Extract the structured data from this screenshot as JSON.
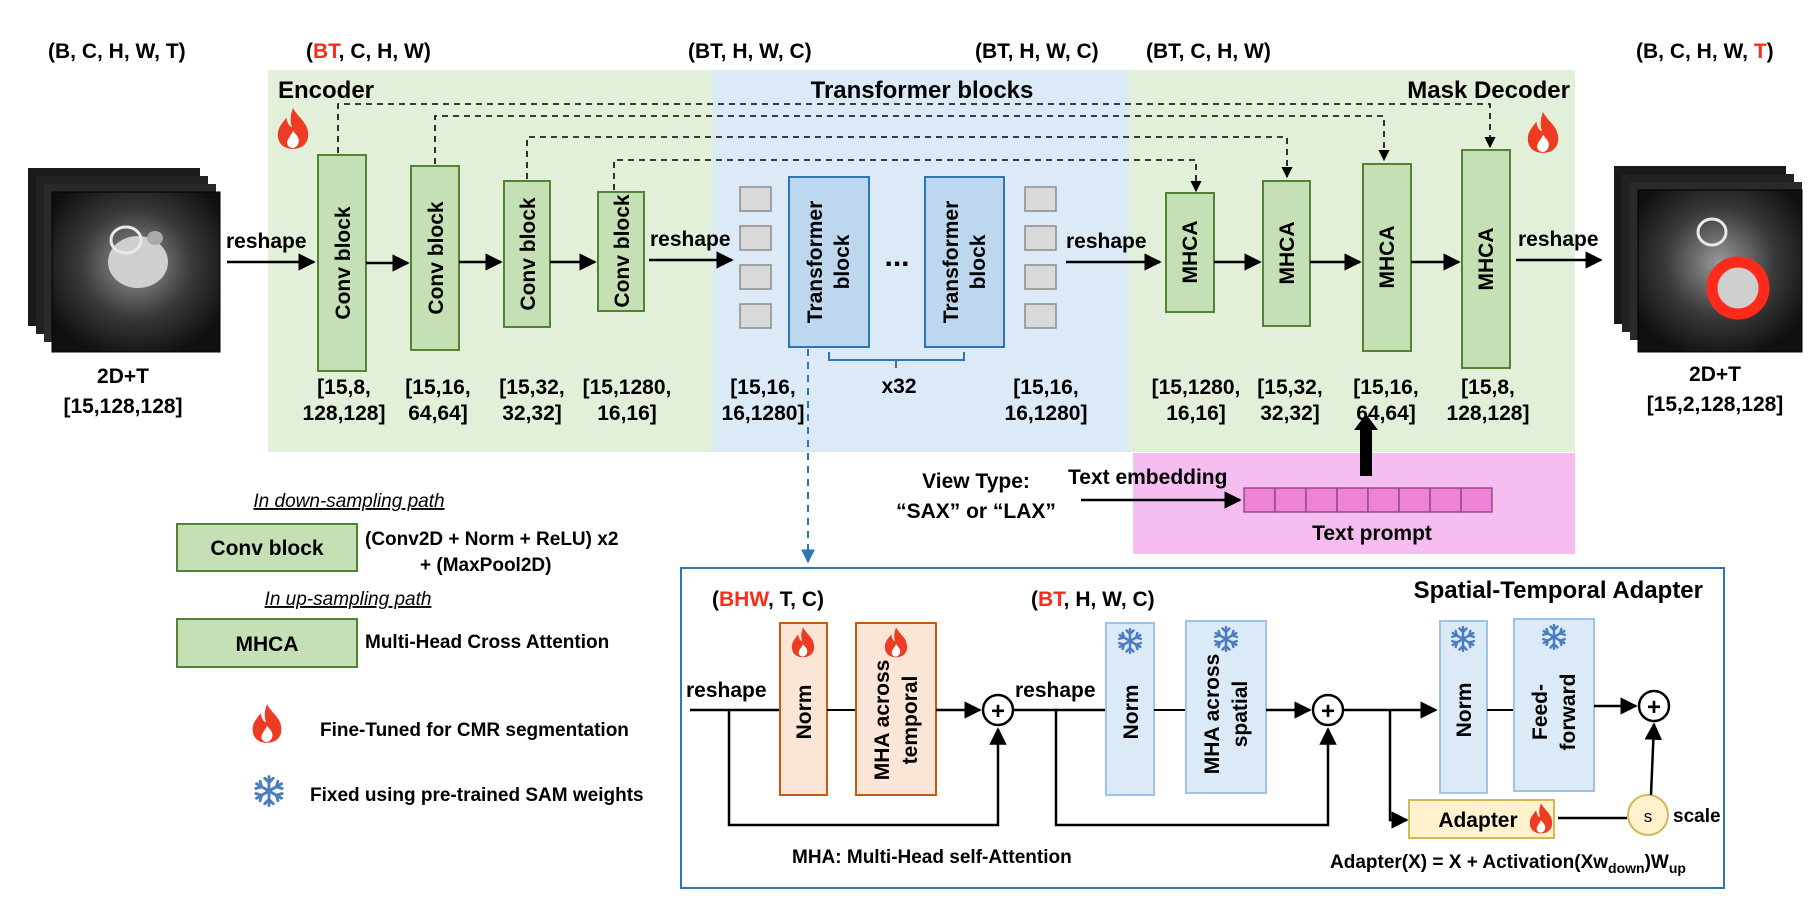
{
  "shapes_top": {
    "in": "(B, C, H, W, T)",
    "enc_prefix": "BT",
    "enc_rest": ", C, H, W)",
    "tf_in": "(BT, H, W, C)",
    "tf_out": "(BT, H, W, C)",
    "dec_in": "(BT, C, H, W)",
    "out_prefix": "(B, C, H, W, ",
    "out_red": "T",
    "out_suffix": ")"
  },
  "regions": {
    "encoder": "Encoder",
    "transformer": "Transformer blocks",
    "decoder": "Mask Decoder",
    "text_prompt": "Text prompt",
    "adapter_title": "Spatial-Temporal Adapter"
  },
  "input": {
    "line1": "2D+T",
    "line2": "[15,128,128]"
  },
  "output": {
    "line1": "2D+T",
    "line2": "[15,2,128,128]"
  },
  "arrows": {
    "reshape": "reshape"
  },
  "conv_blocks": [
    {
      "label": "Conv block",
      "dim1": "[15,8,",
      "dim2": "128,128]"
    },
    {
      "label": "Conv block",
      "dim1": "[15,16,",
      "dim2": "64,64]"
    },
    {
      "label": "Conv block",
      "dim1": "[15,32,",
      "dim2": "32,32]"
    },
    {
      "label": "Conv block",
      "dim1": "[15,1280,",
      "dim2": "16,16]"
    }
  ],
  "transformer": {
    "block_line1": "Transformer",
    "block_line2": "block",
    "dots": "...",
    "repeat": "x32",
    "dim_in1": "[15,16,",
    "dim_in2": "16,1280]",
    "dim_out1": "[15,16,",
    "dim_out2": "16,1280]"
  },
  "mhca_blocks": [
    {
      "label": "MHCA",
      "dim1": "[15,1280,",
      "dim2": "16,16]"
    },
    {
      "label": "MHCA",
      "dim1": "[15,32,",
      "dim2": "32,32]"
    },
    {
      "label": "MHCA",
      "dim1": "[15,16,",
      "dim2": "64,64]"
    },
    {
      "label": "MHCA",
      "dim1": "[15,8,",
      "dim2": "128,128]"
    }
  ],
  "view_type": {
    "line1": "View Type:",
    "line2": "“SAX” or “LAX”",
    "embedding": "Text embedding"
  },
  "legend": {
    "down_title": "In down-sampling path",
    "conv_label": "Conv block",
    "conv_desc1": "(Conv2D + Norm + ReLU) x2",
    "conv_desc2": "+ (MaxPool2D)",
    "up_title": "In up-sampling path",
    "mhca_label": "MHCA",
    "mhca_desc": "Multi-Head Cross Attention",
    "fire_desc": "Fine-Tuned for CMR segmentation",
    "snow_desc": "Fixed using pre-trained SAM weights"
  },
  "adapter": {
    "shape1_red": "BHW",
    "shape1_rest": ", T, C)",
    "shape2_red": "BT",
    "shape2_rest": ", H, W, C)",
    "norm": "Norm",
    "mha_temporal1": "MHA across",
    "mha_temporal2": "temporal",
    "mha_spatial1": "MHA across",
    "mha_spatial2": "spatial",
    "ff1": "Feed-",
    "ff2": "forward",
    "adapter_box": "Adapter",
    "scale_symbol": "s",
    "scale_label": "scale",
    "plus": "+",
    "mha_note": "MHA: Multi-Head self-Attention",
    "formula_pre": "Adapter(X) = X + Activation(Xw",
    "formula_sub1": "down",
    "formula_mid": ")W",
    "formula_sub2": "up"
  },
  "colors": {
    "encoder_bg": "#e2efd9",
    "transformer_bg": "#dce9f6",
    "prompt_bg": "#f6bdf0",
    "green_block": "#c5e0b4",
    "green_border": "#548235",
    "blue_block": "#bdd7ee",
    "blue_border": "#2e75b6",
    "orange_block": "#fbe5d6",
    "orange_border": "#c55a11",
    "adapter_fill": "#fff2cc",
    "adapter_border": "#d6b656",
    "red_text": "#ff2a1a",
    "frame_blue": "#2e75b6"
  }
}
